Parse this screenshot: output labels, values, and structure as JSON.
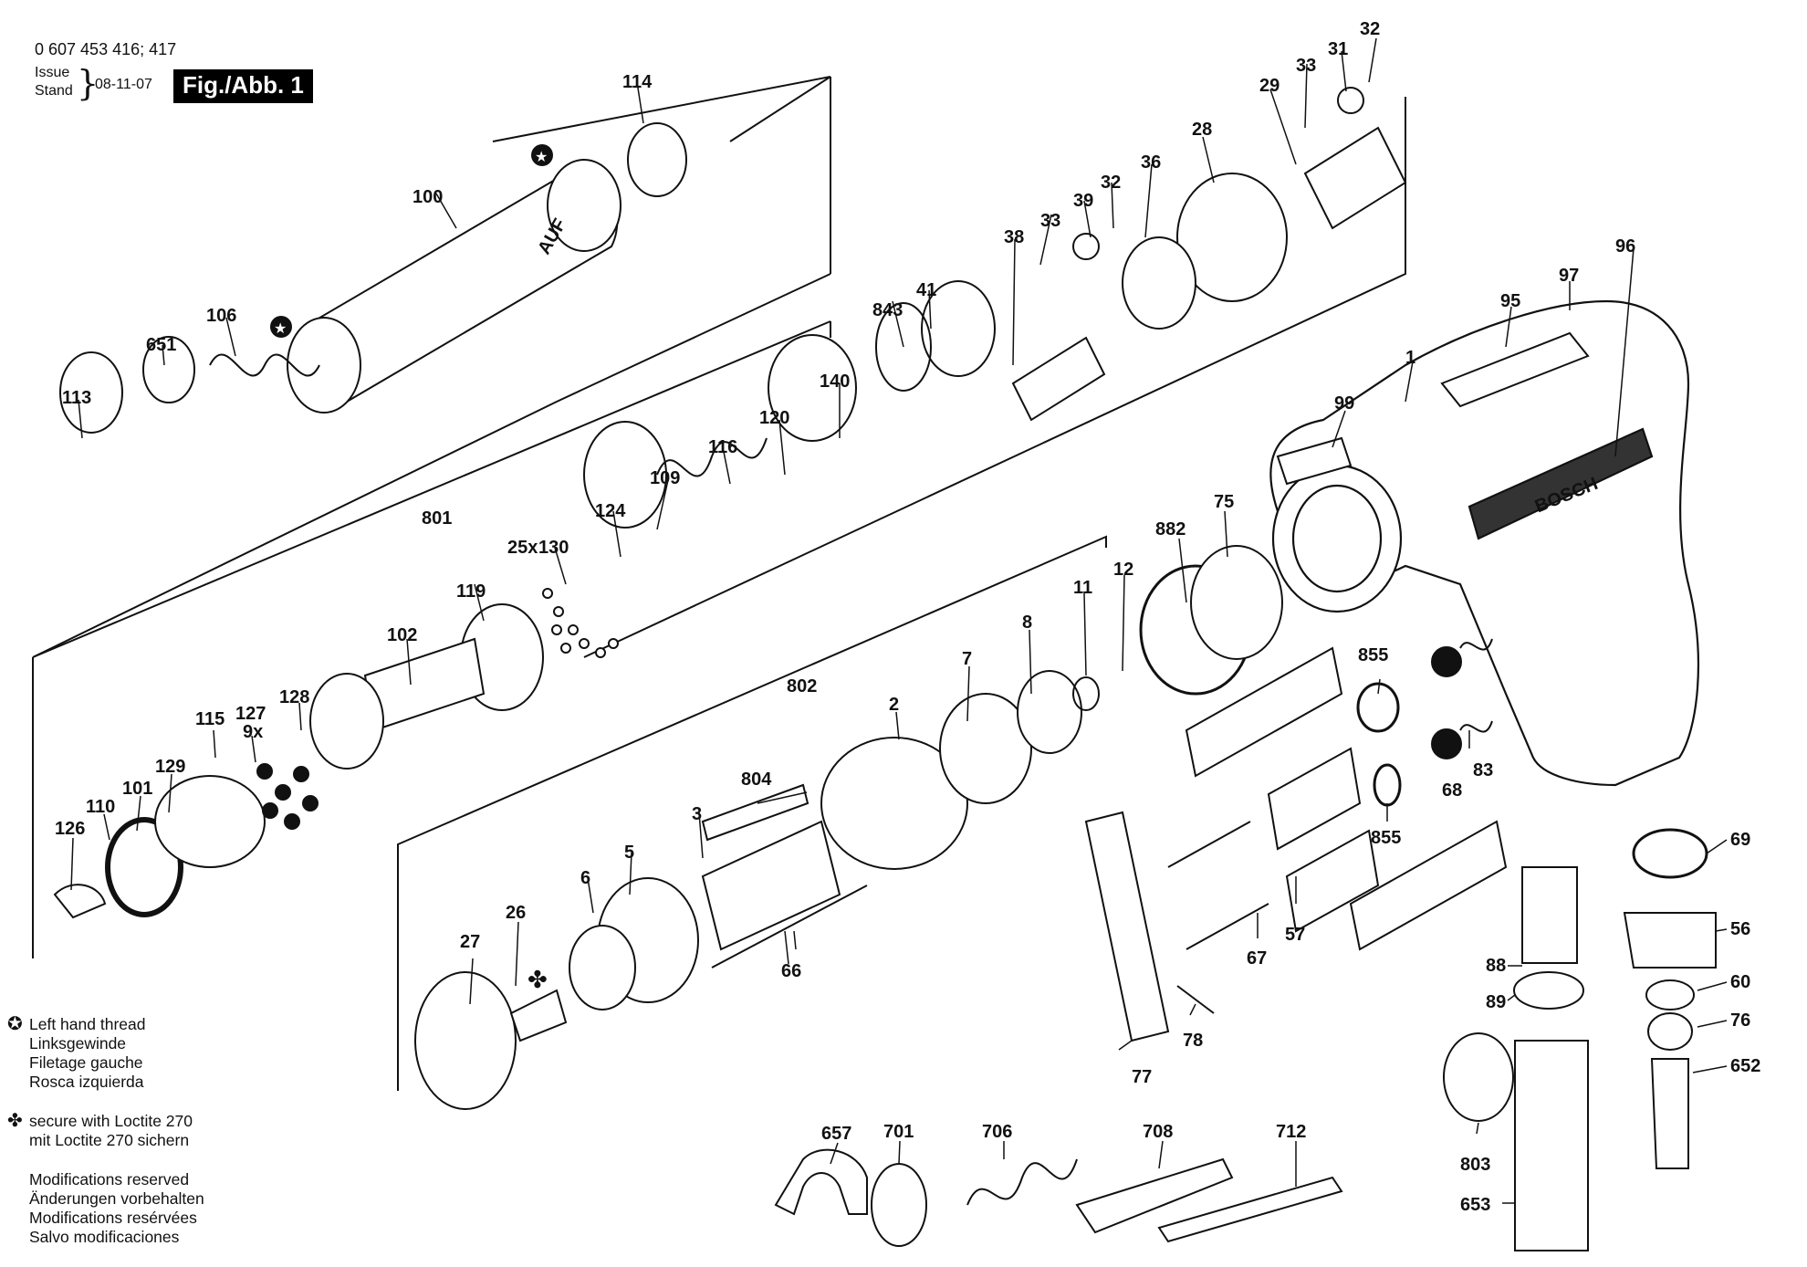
{
  "header": {
    "doc_number": "0 607 453 416; 417",
    "issue_label": "Issue",
    "stand_label": "Stand",
    "issue_date": "08-11-07",
    "figure_title": "Fig./Abb. 1"
  },
  "scale_marking": "AUF",
  "brand": "BOSCH",
  "legend": {
    "left_hand_thread_symbol": "star-circle-icon",
    "left_hand_thread": [
      "Left hand thread",
      "Linksgewinde",
      "Filetage gauche",
      "Rosca izquierda"
    ],
    "loctite_symbol": "clover-icon",
    "loctite": [
      "secure with Loctite 270",
      "mit Loctite 270 sichern"
    ],
    "modifications": [
      "Modifications reserved",
      "Änderungen vorbehalten",
      "Modifications resérvées",
      "Salvo modificaciones"
    ]
  },
  "part_labels": {
    "p32a": "32",
    "p31": "31",
    "p33a": "33",
    "p29": "29",
    "p28": "28",
    "p36": "36",
    "p32b": "32",
    "p39": "39",
    "p33b": "33",
    "p38": "38",
    "p114": "114",
    "p100": "100",
    "p106": "106",
    "p651": "651",
    "p113": "113",
    "p843": "843",
    "p41": "41",
    "p140": "140",
    "p120": "120",
    "p116": "116",
    "p109": "109",
    "p124": "124",
    "p130": "130",
    "p130_qty": "25x",
    "p801": "801",
    "p119": "119",
    "p102": "102",
    "p128": "128",
    "p115": "115",
    "p127": "127",
    "p127_qty": "9x",
    "p129": "129",
    "p101": "101",
    "p110": "110",
    "p126": "126",
    "p96": "96",
    "p97": "97",
    "p95": "95",
    "p99": "99",
    "p1": "1",
    "p882": "882",
    "p75": "75",
    "p12": "12",
    "p11": "11",
    "p8": "8",
    "p7": "7",
    "p2": "2",
    "p802": "802",
    "p804": "804",
    "p3": "3",
    "p5": "5",
    "p6": "6",
    "p66": "66",
    "p27": "27",
    "p26": "26",
    "p855a": "855",
    "p855b": "855",
    "p68": "68",
    "p83": "83",
    "p69": "69",
    "p56": "56",
    "p60": "60",
    "p76": "76",
    "p652": "652",
    "p88": "88",
    "p89": "89",
    "p803": "803",
    "p653": "653",
    "p57": "57",
    "p67": "67",
    "p78": "78",
    "p77": "77",
    "p657": "657",
    "p701": "701",
    "p706": "706",
    "p708": "708",
    "p712": "712"
  }
}
